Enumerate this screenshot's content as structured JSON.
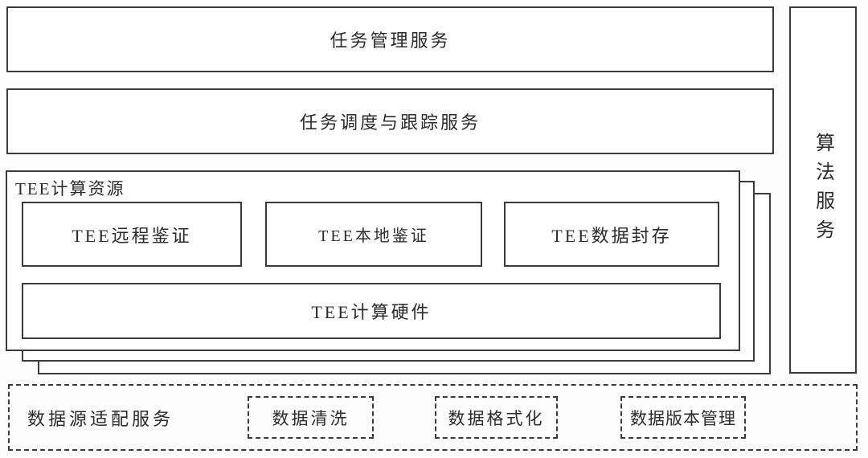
{
  "diagram": {
    "task_management_box": "任务管理服务",
    "task_scheduling_box": "任务调度与跟踪服务",
    "tee_resource_group": {
      "label": "TEE计算资源",
      "boxes": [
        "TEE远程鉴证",
        "TEE本地鉴证",
        "TEE数据封存"
      ],
      "hardware_box": "TEE计算硬件"
    },
    "algorithm_service_box": "算法服务",
    "data_adapter_group": {
      "label": "数据源适配服务",
      "boxes": [
        "数据清洗",
        "数据格式化",
        "数据版本管理"
      ]
    },
    "colors": {
      "border": "#3b3b3b",
      "text": "#2b2b2b",
      "background": "#fdfdfd"
    }
  }
}
